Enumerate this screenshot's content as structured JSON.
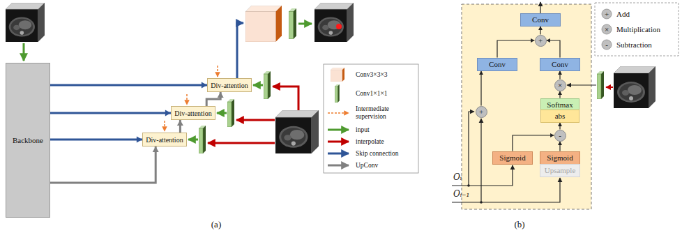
{
  "diagram": {
    "nodes": [
      {
        "text": [
          "Backbone"
        ]
      },
      {
        "text": [
          "Div-attention"
        ]
      },
      {
        "text": [
          "Div-attention"
        ]
      },
      {
        "text": [
          "Div-attention"
        ]
      },
      {
        "text": [
          "Conv"
        ]
      },
      {
        "text": [
          "+"
        ]
      },
      {
        "text": [
          "Conv"
        ]
      },
      {
        "text": [
          "Conv"
        ]
      },
      {
        "text": [
          "×"
        ]
      },
      {
        "text": [
          "Softmax"
        ]
      },
      {
        "text": [
          "+"
        ]
      },
      {
        "text": [
          "abs"
        ]
      },
      {
        "text": [
          "-"
        ]
      },
      {
        "text": [
          "Sigmoid"
        ]
      },
      {
        "text": [
          "Sigmoid"
        ]
      },
      {
        "text": [
          "Upsample"
        ]
      }
    ],
    "edges": [
      {
        "from": 0,
        "to": 1,
        "arrow": "to"
      },
      {
        "from": 0,
        "to": 2,
        "arrow": "to"
      },
      {
        "from": 0,
        "to": 3,
        "arrow": "to"
      },
      {
        "from": 0,
        "to": 3,
        "arrow": "to"
      },
      {
        "from": 3,
        "to": 2,
        "arrow": "to"
      },
      {
        "from": 2,
        "to": 1,
        "arrow": "to"
      },
      {
        "from": 13,
        "to": 12,
        "arrow": "to"
      },
      {
        "from": 14,
        "to": 12,
        "arrow": "to"
      },
      {
        "from": 12,
        "to": 11,
        "arrow": "to"
      },
      {
        "from": 9,
        "to": 8,
        "arrow": "to"
      },
      {
        "from": 8,
        "to": 7,
        "arrow": "to"
      },
      {
        "from": 7,
        "to": 5,
        "arrow": "to"
      },
      {
        "from": 6,
        "to": 5,
        "arrow": "to"
      },
      {
        "from": 10,
        "to": 6,
        "arrow": "to"
      },
      {
        "from": 5,
        "to": 4,
        "arrow": "to"
      }
    ],
    "labels": [
      "(a)",
      "(b)",
      "Oᵢ",
      "Oᵢ₋₁",
      "+",
      "×",
      "-"
    ],
    "legend": [
      {
        "text": "Conv3×3×3"
      },
      {
        "text": "Conv1×1×1"
      },
      {
        "text": "Intermediate supervision"
      },
      {
        "text": "input"
      },
      {
        "text": "interpolate"
      },
      {
        "text": "Skip connection"
      },
      {
        "text": "UpConv"
      },
      {
        "text": "Add"
      },
      {
        "text": "Multiplication"
      },
      {
        "text": "Subtraction"
      }
    ]
  }
}
